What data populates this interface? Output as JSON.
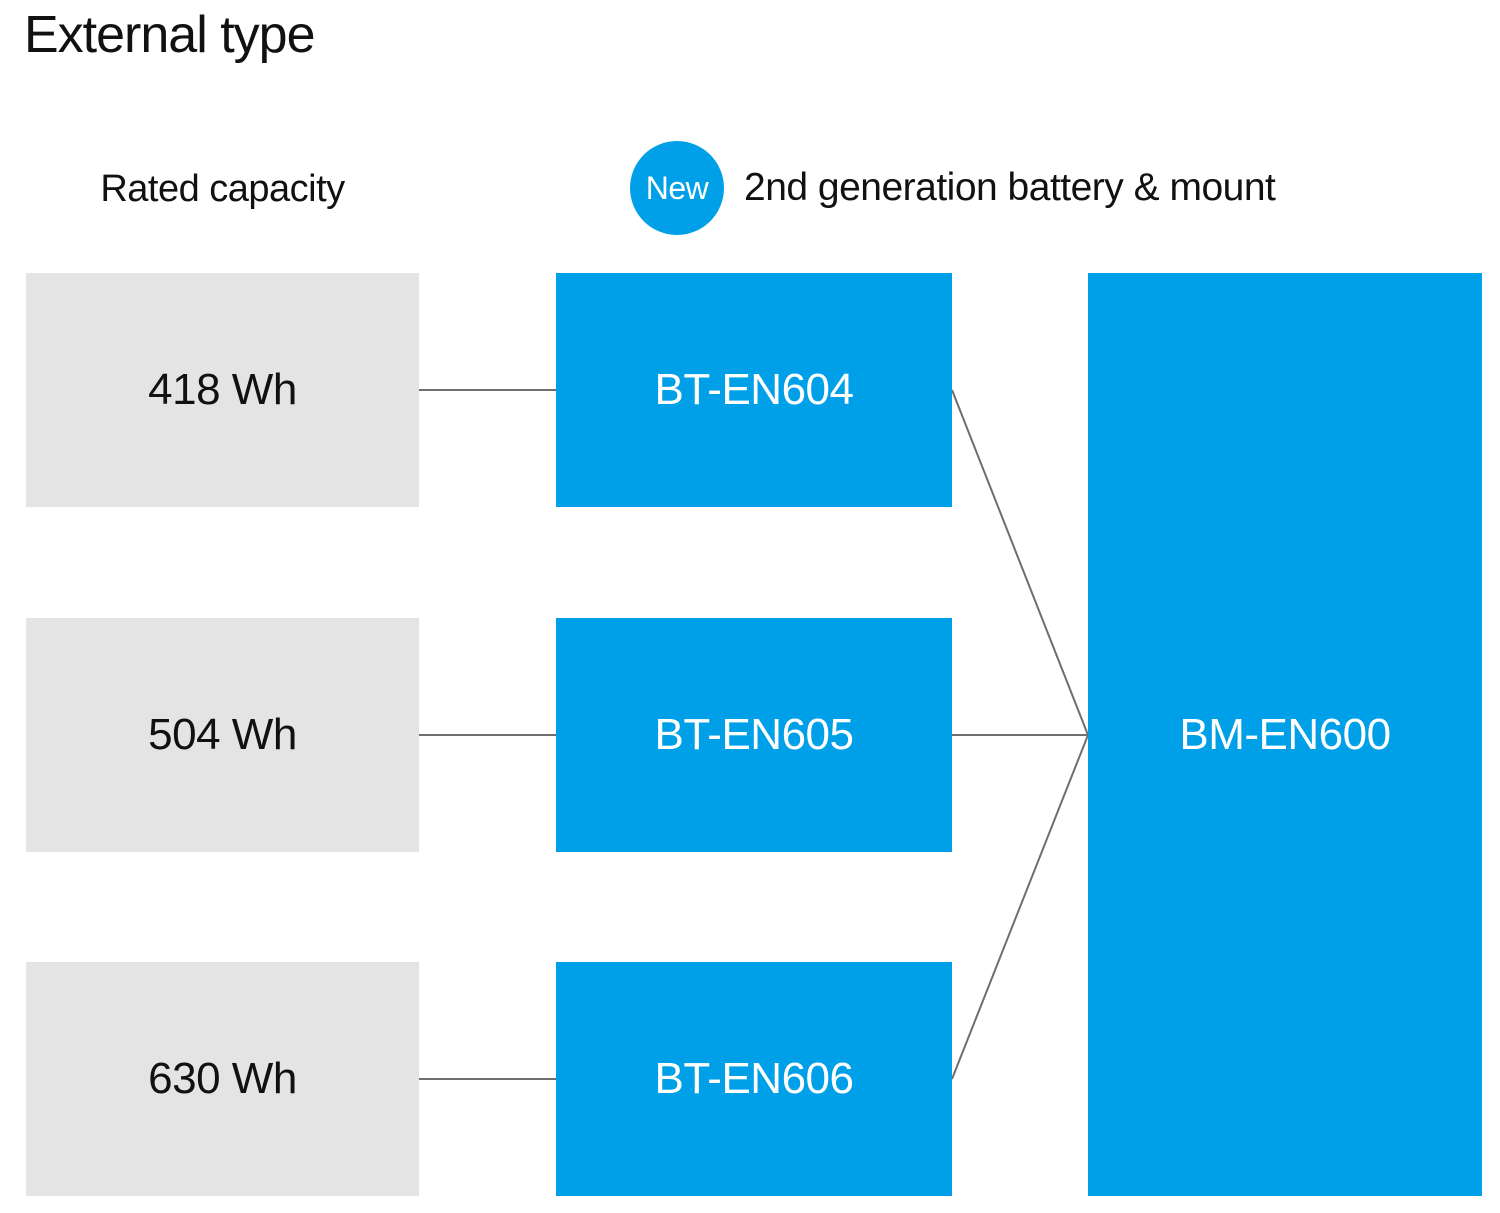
{
  "diagram": {
    "title": "External type",
    "capacity_header": "Rated capacity",
    "badge_label": "New",
    "generation_label": "2nd generation battery & mount",
    "rows": [
      {
        "capacity": "418 Wh",
        "battery_model": "BT-EN604"
      },
      {
        "capacity": "504 Wh",
        "battery_model": "BT-EN605"
      },
      {
        "capacity": "630 Wh",
        "battery_model": "BT-EN606"
      }
    ],
    "mount_model": "BM-EN600",
    "colors": {
      "accent_blue": "#00A0E9",
      "capacity_box_gray": "#E4E4E4",
      "connector_gray": "#6E6E6E",
      "text_black": "#111111",
      "box_text_white": "#FFFFFF"
    }
  }
}
